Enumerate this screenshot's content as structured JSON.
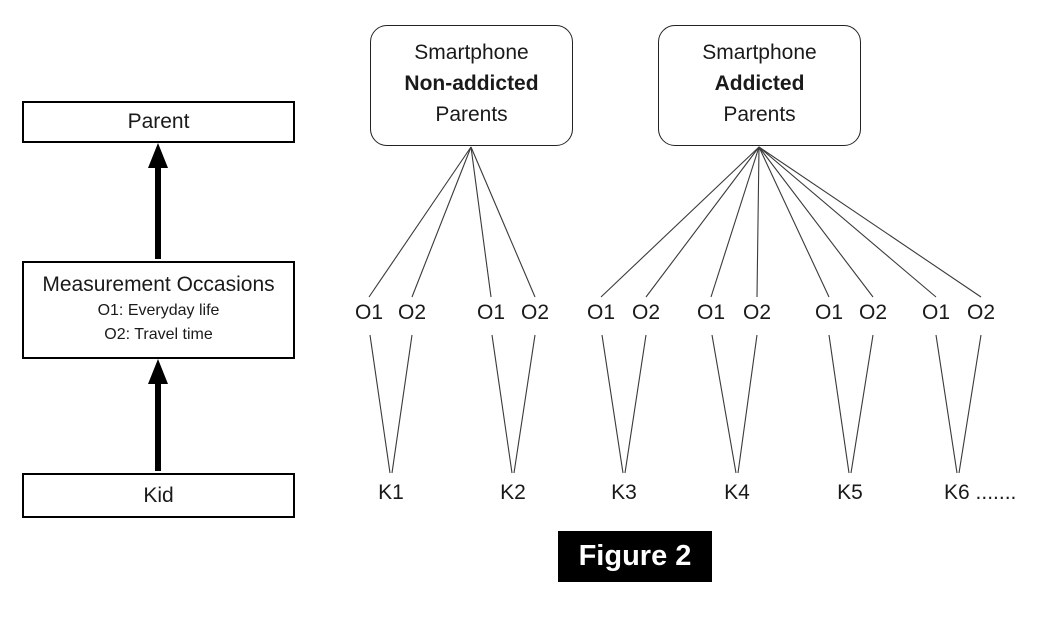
{
  "left_column": {
    "parent_label": "Parent",
    "measurement_box": {
      "title": "Measurement Occasions",
      "occasion1": "O1: Everyday life",
      "occasion2": "O2: Travel time"
    },
    "kid_label": "Kid"
  },
  "parent_groups": [
    {
      "line1": "Smartphone",
      "emphasis": "Non-addicted",
      "line3": "Parents"
    },
    {
      "line1": "Smartphone",
      "emphasis": "Addicted",
      "line3": "Parents"
    }
  ],
  "occasion_pairs": [
    {
      "o1": "O1",
      "o2": "O2"
    },
    {
      "o1": "O1",
      "o2": "O2"
    },
    {
      "o1": "O1",
      "o2": "O2"
    },
    {
      "o1": "O1",
      "o2": "O2"
    },
    {
      "o1": "O1",
      "o2": "O2"
    },
    {
      "o1": "O1",
      "o2": "O2"
    }
  ],
  "kid_labels": [
    "K1",
    "K2",
    "K3",
    "K4",
    "K5",
    "K6 ......."
  ],
  "caption": "Figure 2",
  "colors": {
    "ink": "#000000",
    "connector_line": "#3a3a3a",
    "caption_bg": "#000000",
    "caption_text": "#ffffff"
  }
}
